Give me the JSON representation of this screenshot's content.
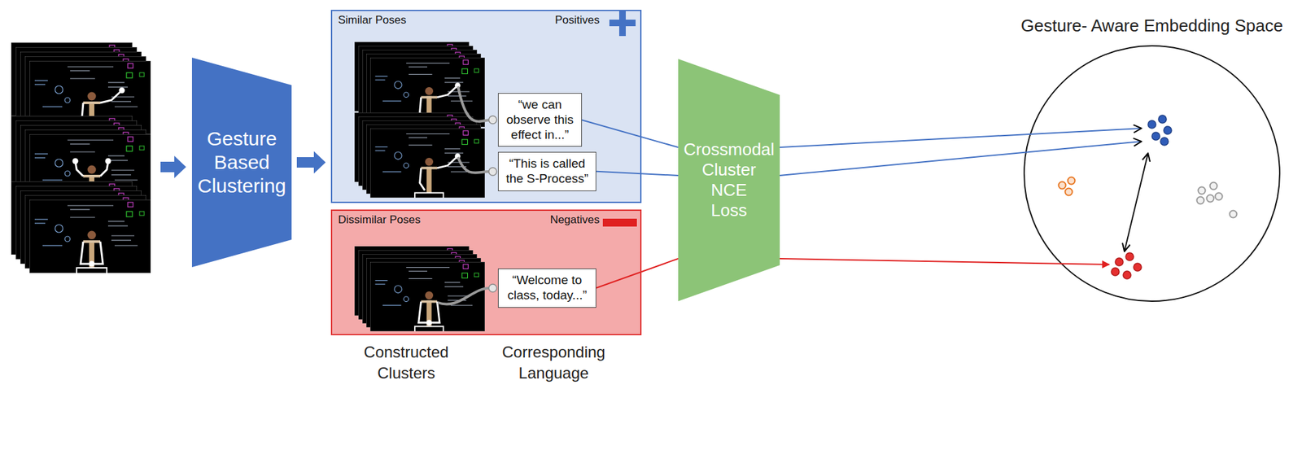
{
  "diagram": {
    "nodes": [
      {
        "text": [
          "Gesture Based Clustering"
        ]
      },
      {
        "text": [
          "Similar Poses",
          "Positives"
        ]
      },
      {
        "text": [
          "“we can observe this effect in...”"
        ],
        "in": 1
      },
      {
        "text": [
          "“This is called the S-Process”"
        ],
        "in": 1
      },
      {
        "text": [
          "Dissimilar Poses",
          "Negatives"
        ]
      },
      {
        "text": [
          "“Welcome to class, today...”"
        ],
        "in": 4
      },
      {
        "text": [
          "Crossmodal Cluster NCE Loss"
        ]
      }
    ],
    "edges": [
      {
        "from": 0,
        "to": 1,
        "arrow": "to"
      },
      {
        "from": 2,
        "to": 6,
        "arrow": "none"
      },
      {
        "from": 3,
        "to": 6,
        "arrow": "none"
      },
      {
        "from": 5,
        "to": 6,
        "arrow": "none"
      }
    ],
    "labels": [
      "Gesture- Aware Embedding Space",
      "Constructed Clusters",
      "Corresponding Language"
    ]
  }
}
